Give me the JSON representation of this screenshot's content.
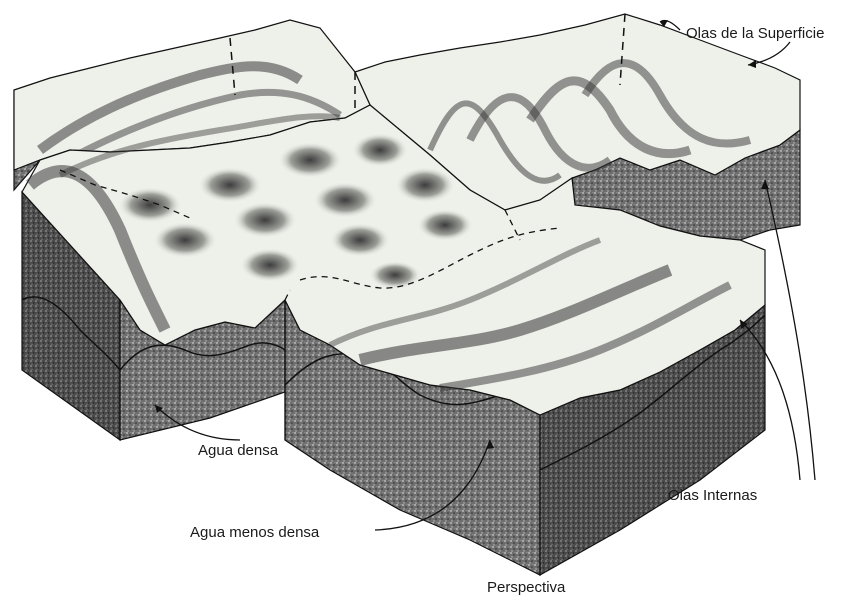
{
  "labels": {
    "surface_waves": "Olas de la Superficie",
    "dense_water": "Agua densa",
    "less_dense_water": "Agua menos densa",
    "internal_waves": "Olas Internas",
    "perspective": "Perspectiva"
  },
  "colors": {
    "stipple": "#5f5f5f",
    "stipple_dark": "#3c3c3c",
    "wave_shade": "#4a4a4a",
    "top_surface": "#eef0ea",
    "line": "#111111"
  }
}
